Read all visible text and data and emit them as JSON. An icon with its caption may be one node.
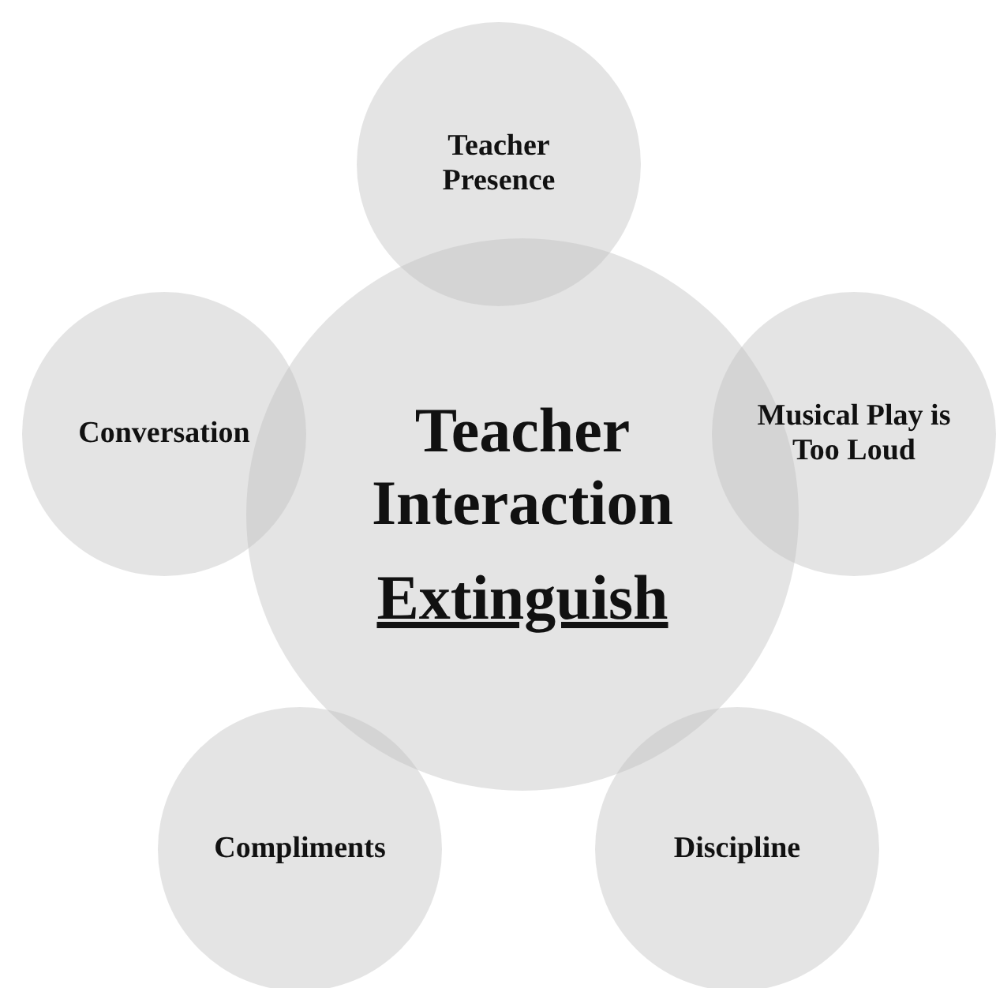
{
  "diagram": {
    "nodes": [
      {
        "text": [
          "Teacher Interaction",
          "Extinguish"
        ]
      },
      {
        "text": [
          "Teacher Presence"
        ]
      },
      {
        "text": [
          "Conversation"
        ]
      },
      {
        "text": [
          "Musical Play is Too Loud"
        ]
      },
      {
        "text": [
          "Compliments"
        ]
      },
      {
        "text": [
          "Discipline"
        ]
      }
    ],
    "edges": []
  }
}
